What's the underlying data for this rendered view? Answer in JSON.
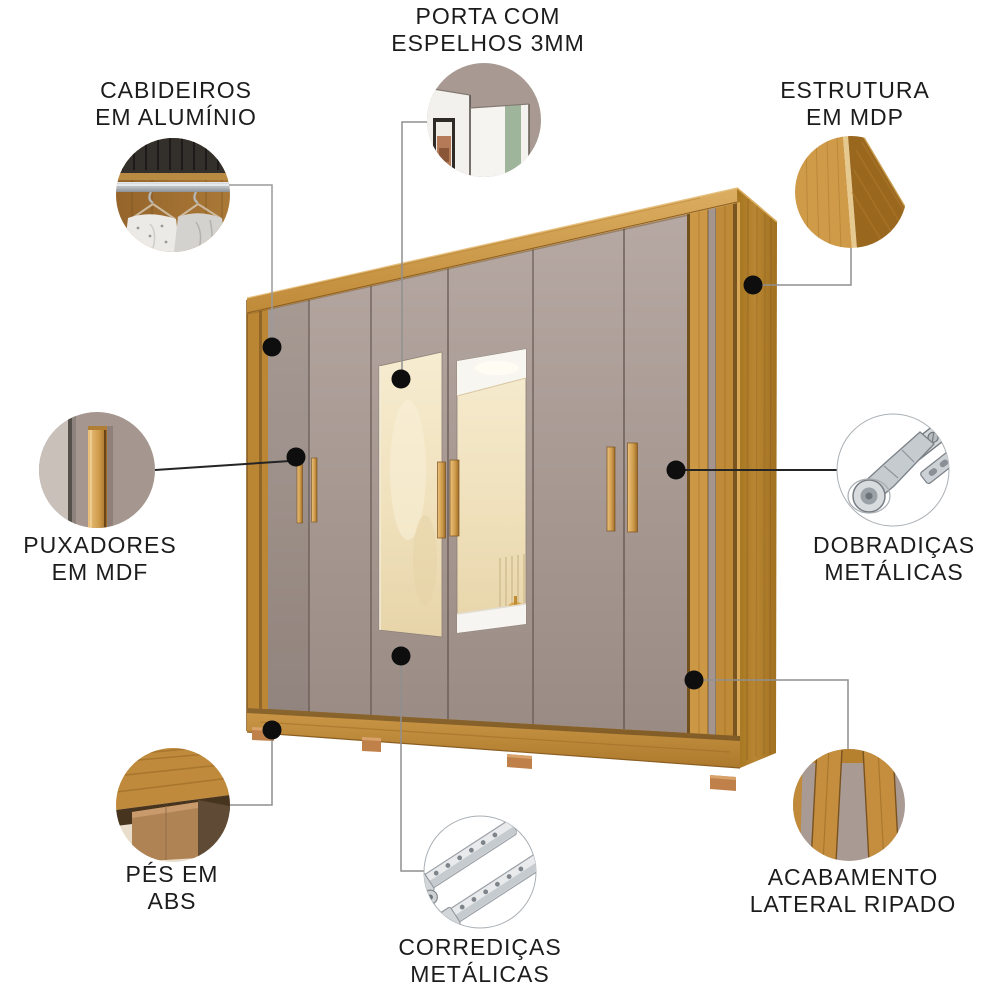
{
  "figure": {
    "subject": "six-door wardrobe with central mirrors, wood frame and taupe doors",
    "background_color": "#ffffff"
  },
  "palette": {
    "wood": "#c28c3a",
    "wood_light": "#dcae62",
    "wood_dark": "#8a5e22",
    "door_taupe": "#a89a93",
    "mirror_cream": "#f1e3c2",
    "marker_dot": "#0e0e0e",
    "connector_line": "#8f8f8f",
    "text": "#1c1c1c"
  },
  "callouts": [
    {
      "id": "porta-espelhos",
      "line1": "PORTA COM",
      "line2": "ESPELHOS 3MM",
      "detail": "close-up of mirror door"
    },
    {
      "id": "cabideiros",
      "line1": "CABIDEIROS",
      "line2": "EM ALUMÍNIO",
      "detail": "interior aluminium hanging rail with clothes"
    },
    {
      "id": "estrutura",
      "line1": "ESTRUTURA",
      "line2": "EM MDP",
      "detail": "MDP wood corner close-up"
    },
    {
      "id": "puxadores",
      "line1": "PUXADORES",
      "line2": "EM MDF",
      "detail": "MDF wooden handle close-up"
    },
    {
      "id": "dobradicas",
      "line1": "DOBRADIÇAS",
      "line2": "METÁLICAS",
      "detail": "metal soft-close hinge"
    },
    {
      "id": "pes",
      "line1": "PÉS EM",
      "line2": "ABS",
      "detail": "ABS plastic foot close-up"
    },
    {
      "id": "corredicas",
      "line1": "CORREDIÇAS",
      "line2": "METÁLICAS",
      "detail": "metal telescopic drawer slides"
    },
    {
      "id": "acabamento",
      "line1": "ACABAMENTO",
      "line2": "LATERAL RIPADO",
      "detail": "slatted lateral wood finish"
    }
  ]
}
